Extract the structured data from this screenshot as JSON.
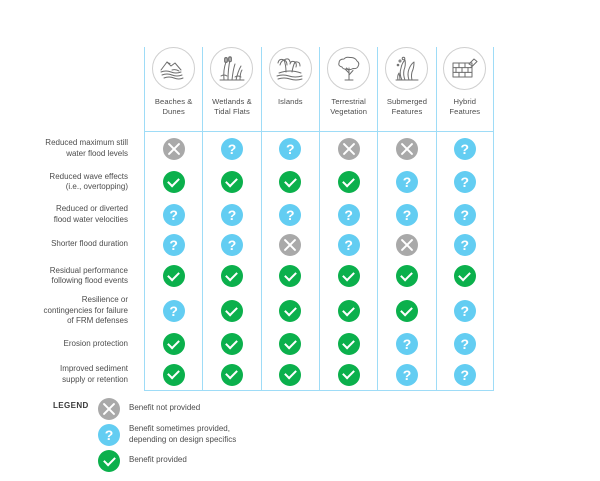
{
  "figure": {
    "type": "matrix-table",
    "columns": [
      {
        "id": "beaches-dunes",
        "label": "Beaches &\nDunes",
        "icon": "beach-dune-icon"
      },
      {
        "id": "wetlands-tidal-flats",
        "label": "Wetlands &\nTidal Flats",
        "icon": "wetland-grass-icon"
      },
      {
        "id": "islands",
        "label": "Islands",
        "icon": "island-palm-icon"
      },
      {
        "id": "terrestrial-vegetation",
        "label": "Terrestrial\nVegetation",
        "icon": "tree-icon"
      },
      {
        "id": "submerged-features",
        "label": "Submerged\nFeatures",
        "icon": "seaweed-icon"
      },
      {
        "id": "hybrid-features",
        "label": "Hybrid\nFeatures",
        "icon": "brick-wall-trowel-icon"
      }
    ],
    "rows": [
      {
        "id": "reduced-max-still-water-flood-levels",
        "label": "Reduced maximum still\nwater flood levels",
        "values": [
          "no",
          "maybe",
          "maybe",
          "no",
          "no",
          "maybe"
        ]
      },
      {
        "id": "reduced-wave-effects",
        "label": "Reduced wave effects\n(i.e., overtopping)",
        "values": [
          "yes",
          "yes",
          "yes",
          "yes",
          "maybe",
          "maybe"
        ]
      },
      {
        "id": "reduced-or-diverted-flood-water-velocities",
        "label": "Reduced or diverted\nflood water velocities",
        "values": [
          "maybe",
          "maybe",
          "maybe",
          "maybe",
          "maybe",
          "maybe"
        ]
      },
      {
        "id": "shorter-flood-duration",
        "label": "Shorter flood duration",
        "values": [
          "maybe",
          "maybe",
          "no",
          "maybe",
          "no",
          "maybe"
        ]
      },
      {
        "id": "residual-performance-following-flood-events",
        "label": "Residual performance\nfollowing flood events",
        "values": [
          "yes",
          "yes",
          "yes",
          "yes",
          "yes",
          "yes"
        ]
      },
      {
        "id": "resilience-or-contingencies-for-failure",
        "label": "Resilience or\ncontingencies for failure\nof FRM defenses",
        "values": [
          "maybe",
          "yes",
          "yes",
          "yes",
          "yes",
          "maybe"
        ]
      },
      {
        "id": "erosion-protection",
        "label": "Erosion protection",
        "values": [
          "yes",
          "yes",
          "yes",
          "yes",
          "maybe",
          "maybe"
        ]
      },
      {
        "id": "improved-sediment-supply-or-retention",
        "label": "Improved sediment\nsupply or retention",
        "values": [
          "yes",
          "yes",
          "yes",
          "yes",
          "maybe",
          "maybe"
        ]
      }
    ]
  },
  "legend": {
    "title": "LEGEND",
    "items": [
      {
        "key": "no",
        "text": "Benefit not provided"
      },
      {
        "key": "maybe",
        "text": "Benefit sometimes provided,\ndepending on design specifics"
      },
      {
        "key": "yes",
        "text": "Benefit provided"
      }
    ]
  },
  "colors": {
    "no": "#a9a9a9",
    "maybe": "#63cdf2",
    "yes": "#0bb04c",
    "grid": "#9edcf7",
    "text": "#4d4d4d",
    "icon_outline": "#cfcfcf"
  },
  "symbols": {
    "maybe_glyph": "?"
  }
}
